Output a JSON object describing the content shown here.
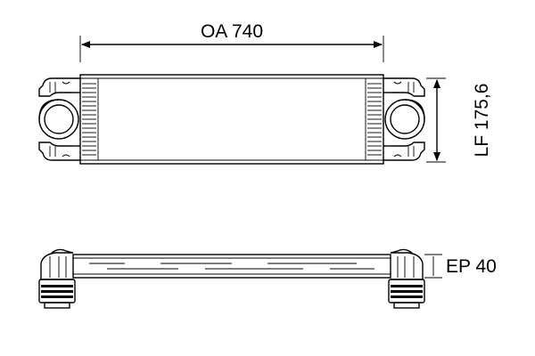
{
  "dimensions": {
    "overall_length": "OA 740",
    "core_height": "LF 175,6",
    "depth": "EP 40"
  },
  "colors": {
    "line": "#000000",
    "background": "#ffffff"
  }
}
